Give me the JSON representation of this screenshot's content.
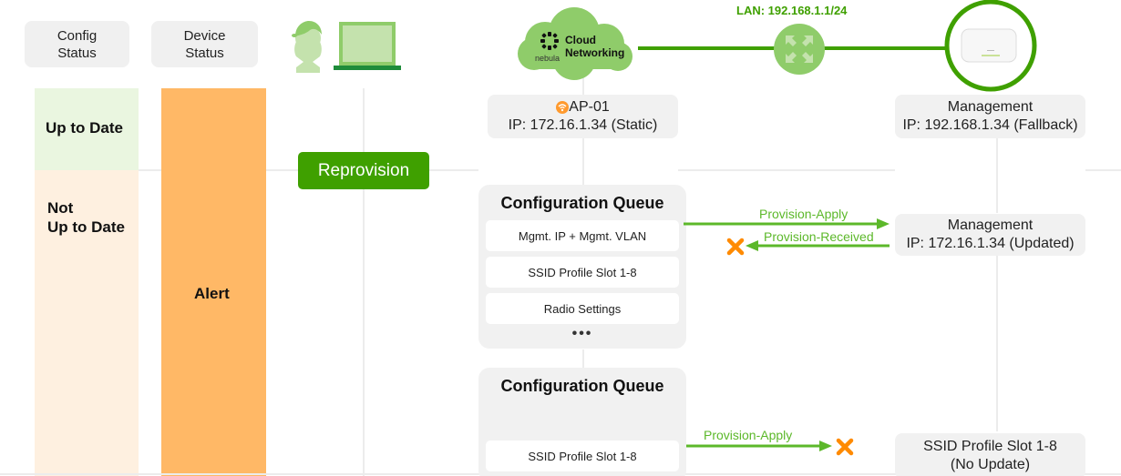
{
  "headers": {
    "config_status": [
      "Config",
      "Status"
    ],
    "device_status": [
      "Device",
      "Status"
    ]
  },
  "config_status": {
    "up_to_date": "Up to Date",
    "not_up_to_date": [
      "Not",
      "Up to Date"
    ]
  },
  "device_status": {
    "alert": "Alert"
  },
  "actions": {
    "reprovision_label": "Reprovision"
  },
  "cloud": {
    "name_line1": "Cloud",
    "name_line2": "Networking",
    "brand": "nebula"
  },
  "network": {
    "lan_label": "LAN: 192.168.1.1/24"
  },
  "ap": {
    "name": "AP-01",
    "ip": "IP: 172.16.1.34 (Static)"
  },
  "device_mgmt_fallback": {
    "title": "Management",
    "ip": "IP: 192.168.1.34 (Fallback)"
  },
  "device_mgmt_updated": {
    "title": "Management",
    "ip": "IP: 172.16.1.34 (Updated)"
  },
  "device_ssid_noupdate": {
    "title": "SSID Profile Slot 1-8",
    "status": "(No Update)"
  },
  "queue1": {
    "title": "Configuration Queue",
    "items": [
      "Mgmt. IP + Mgmt. VLAN",
      "SSID Profile Slot 1-8",
      "Radio Settings"
    ],
    "more": "•••"
  },
  "queue2": {
    "title": "Configuration Queue",
    "items": [
      "SSID Profile Slot 1-8"
    ]
  },
  "arrows": {
    "apply1": "Provision-Apply",
    "received1": "Provision-Received",
    "apply2": "Provision-Apply"
  },
  "colors": {
    "green_primary": "#3fa000",
    "green_light": "#8fcc6a",
    "arrow_green": "#5cb82a",
    "alert_orange": "#ffb866",
    "fail_orange": "#ff8a00",
    "up_to_date_bg": "#eaf6e0",
    "not_up_to_date_bg": "#fef0e0"
  }
}
